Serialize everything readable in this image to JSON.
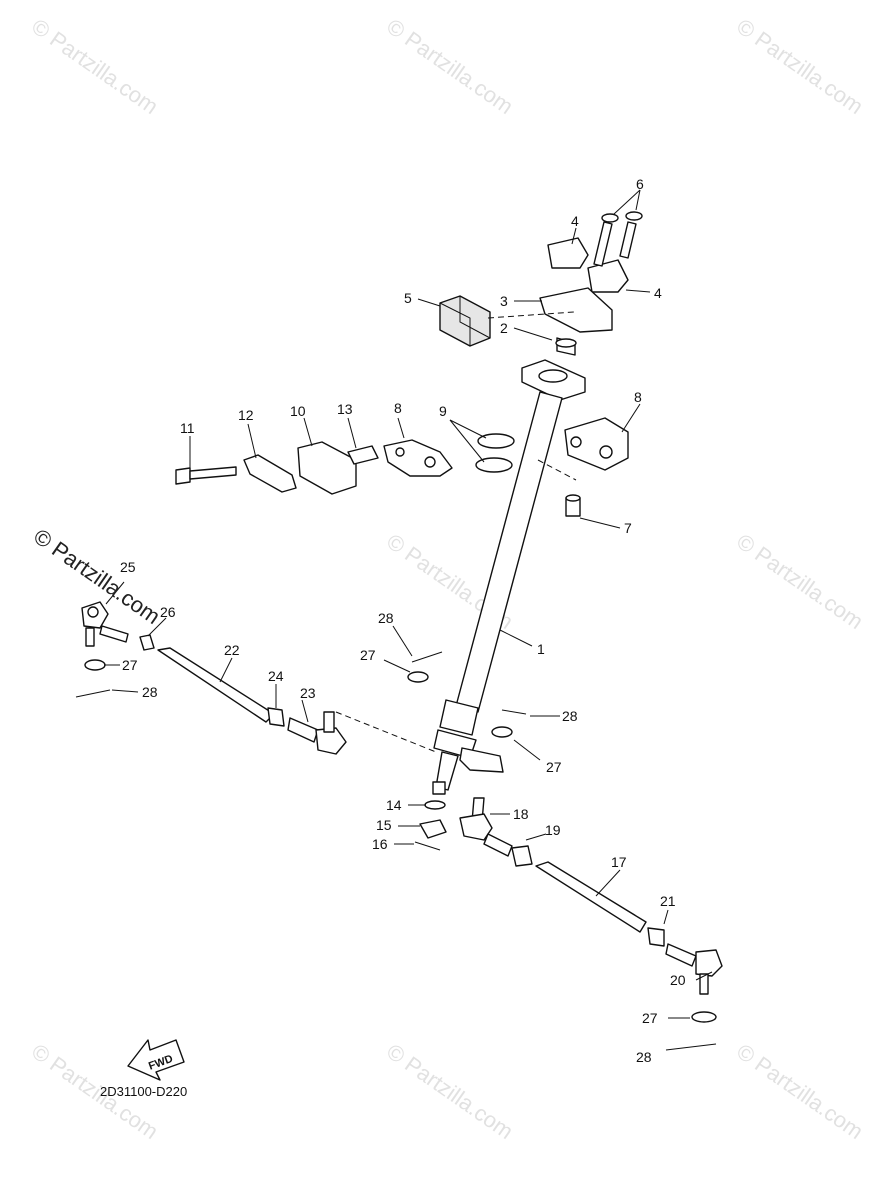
{
  "watermark": {
    "text": "© Partzilla.com",
    "tile_text": "© Partzilla.com"
  },
  "diagram_code": "2D31100-D220",
  "fwd_label": "FWD",
  "callouts": [
    {
      "id": "c1",
      "label": "1"
    },
    {
      "id": "c2",
      "label": "2"
    },
    {
      "id": "c3",
      "label": "3"
    },
    {
      "id": "c4a",
      "label": "4"
    },
    {
      "id": "c4b",
      "label": "4"
    },
    {
      "id": "c5",
      "label": "5"
    },
    {
      "id": "c6",
      "label": "6"
    },
    {
      "id": "c7",
      "label": "7"
    },
    {
      "id": "c8a",
      "label": "8"
    },
    {
      "id": "c8b",
      "label": "8"
    },
    {
      "id": "c9",
      "label": "9"
    },
    {
      "id": "c10",
      "label": "10"
    },
    {
      "id": "c11",
      "label": "11"
    },
    {
      "id": "c12",
      "label": "12"
    },
    {
      "id": "c13",
      "label": "13"
    },
    {
      "id": "c14",
      "label": "14"
    },
    {
      "id": "c15",
      "label": "15"
    },
    {
      "id": "c16",
      "label": "16"
    },
    {
      "id": "c17",
      "label": "17"
    },
    {
      "id": "c18",
      "label": "18"
    },
    {
      "id": "c19",
      "label": "19"
    },
    {
      "id": "c20",
      "label": "20"
    },
    {
      "id": "c21",
      "label": "21"
    },
    {
      "id": "c22",
      "label": "22"
    },
    {
      "id": "c23",
      "label": "23"
    },
    {
      "id": "c24",
      "label": "24"
    },
    {
      "id": "c25",
      "label": "25"
    },
    {
      "id": "c26",
      "label": "26"
    },
    {
      "id": "c27a",
      "label": "27"
    },
    {
      "id": "c27b",
      "label": "27"
    },
    {
      "id": "c27c",
      "label": "27"
    },
    {
      "id": "c27d",
      "label": "27"
    },
    {
      "id": "c28a",
      "label": "28"
    },
    {
      "id": "c28b",
      "label": "28"
    },
    {
      "id": "c28c",
      "label": "28"
    },
    {
      "id": "c28d",
      "label": "28"
    }
  ]
}
